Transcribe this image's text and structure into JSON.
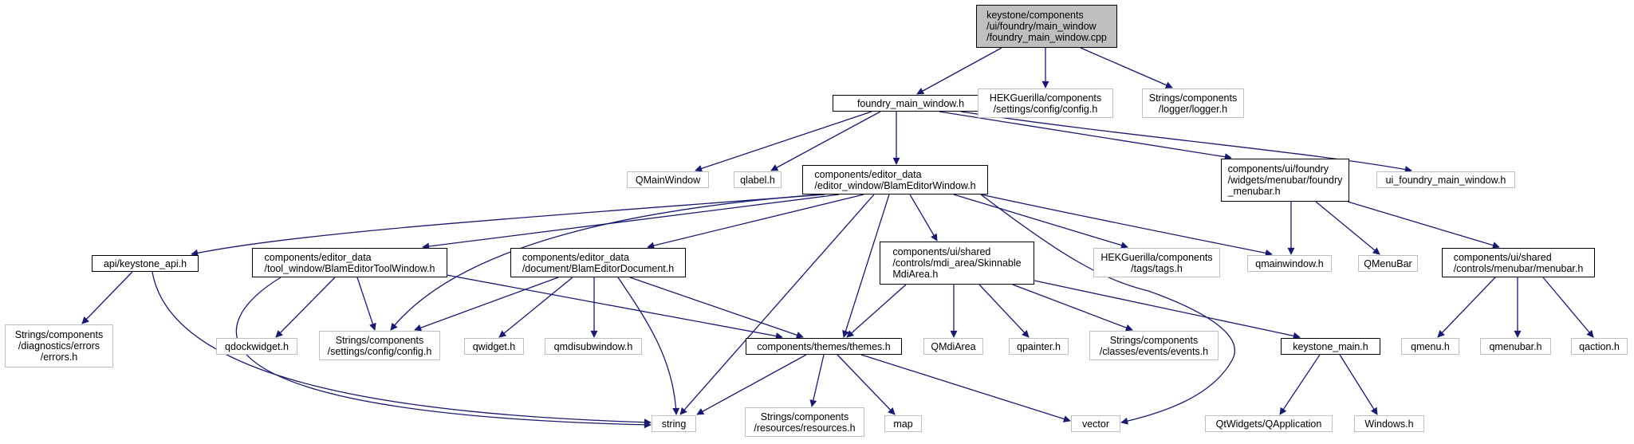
{
  "diagram": {
    "edge_color": "#191970",
    "root_fill": "#bfbfbf",
    "project_border": "#000000",
    "external_border": "#bfbfbf",
    "nodes": {
      "foundry_main_window_cpp": "keystone/components\n/ui/foundry/main_window\n/foundry_main_window.cpp",
      "foundry_main_window_h": "foundry_main_window.h",
      "hek_config_h": "HEKGuerilla/components\n/settings/config/config.h",
      "logger_h": "Strings/components\n/logger/logger.h",
      "qmainwindow_cap": "QMainWindow",
      "qlabel_h": "qlabel.h",
      "blam_editor_window_h": "components/editor_data\n/editor_window/BlamEditorWindow.h",
      "foundry_menubar_h": "components/ui/foundry\n/widgets/menubar/foundry\n_menubar.h",
      "ui_foundry_main_window_h": "ui_foundry_main_window.h",
      "keystone_api_h": "api/keystone_api.h",
      "blam_editor_tool_window_h": "components/editor_data\n/tool_window/BlamEditorToolWindow.h",
      "blam_editor_document_h": "components/editor_data\n/document/BlamEditorDocument.h",
      "skinnable_mdi_area_h": "components/ui/shared\n/controls/mdi_area/Skinnable\nMdiArea.h",
      "hek_tags_h": "HEKGuerilla/components\n/tags/tags.h",
      "qmainwindow_h": "qmainwindow.h",
      "qmenubar_cap": "QMenuBar",
      "menubar_h": "components/ui/shared\n/controls/menubar/menubar.h",
      "errors_h": "Strings/components\n/diagnostics/errors\n/errors.h",
      "qdockwidget_h": "qdockwidget.h",
      "strings_config_h": "Strings/components\n/settings/config/config.h",
      "qwidget_h": "qwidget.h",
      "qmdisubwindow_h": "qmdisubwindow.h",
      "themes_h": "components/themes/themes.h",
      "qmdiarea_cap": "QMdiArea",
      "qpainter_h": "qpainter.h",
      "events_h": "Strings/components\n/classes/events/events.h",
      "keystone_main_h": "keystone_main.h",
      "qmenu_h": "qmenu.h",
      "qmenubar_h": "qmenubar.h",
      "qaction_h": "qaction.h",
      "string": "string",
      "resources_h": "Strings/components\n/resources/resources.h",
      "map": "map",
      "vector": "vector",
      "qapplication": "QtWidgets/QApplication",
      "windows_h": "Windows.h"
    }
  }
}
